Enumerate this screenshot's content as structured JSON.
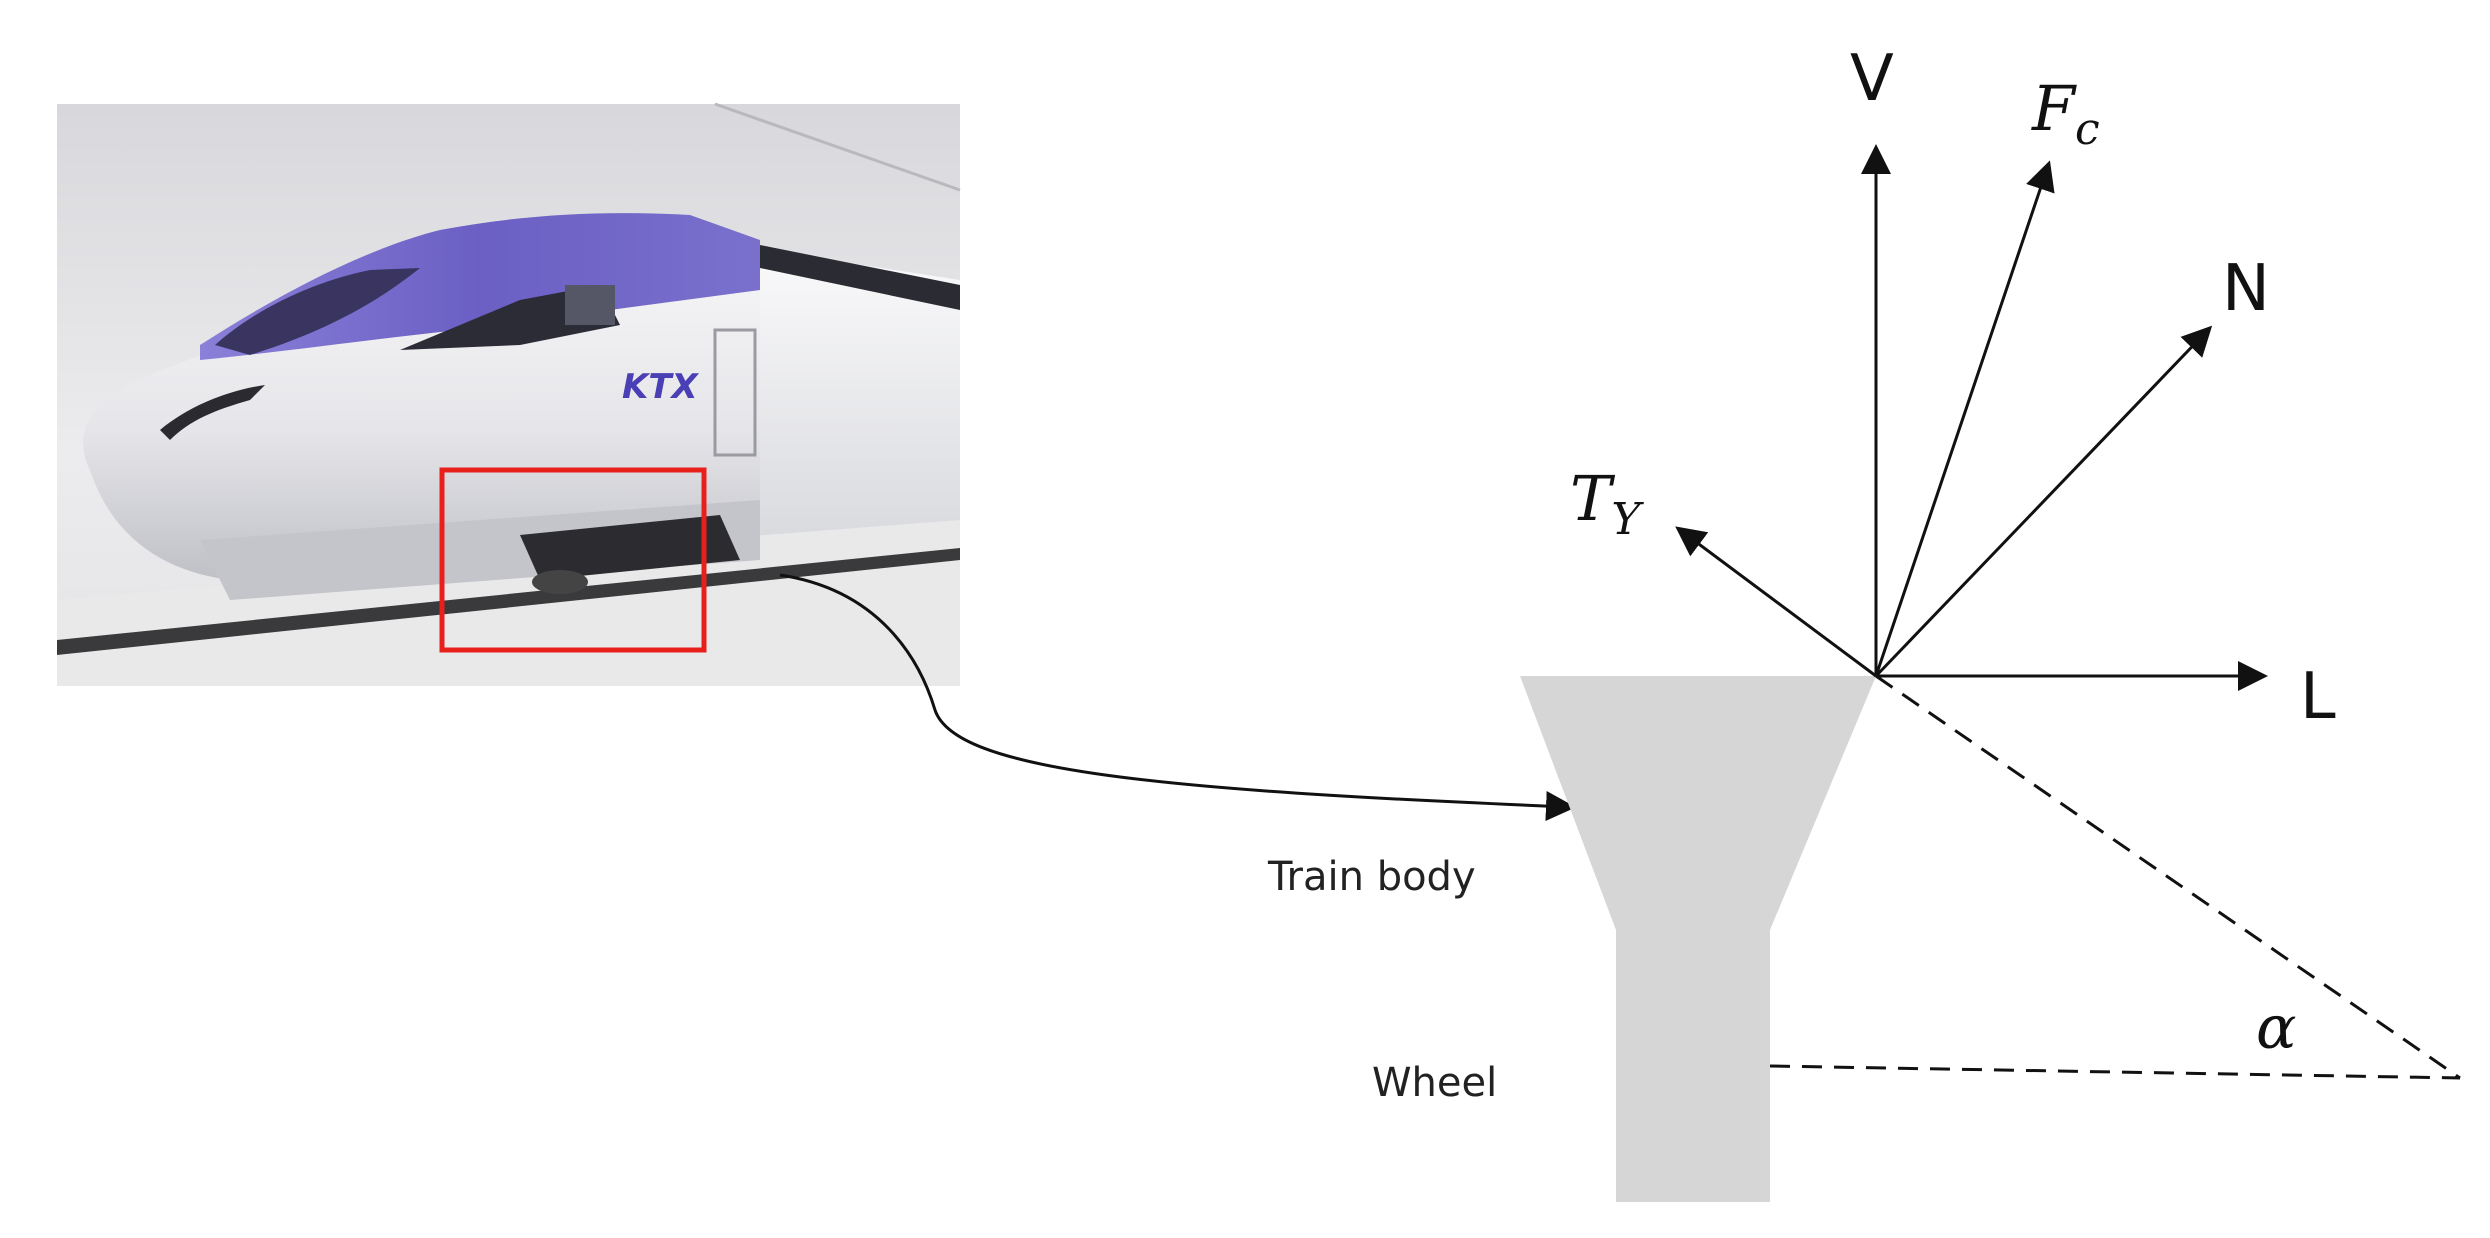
{
  "photo": {
    "logo_text": "KTX"
  },
  "labels": {
    "train_body": "Train body",
    "wheel": "Wheel"
  },
  "forces": {
    "V": "V",
    "Fc_main": "F",
    "Fc_sub": "c",
    "N": "N",
    "Ty_main": "T",
    "Ty_sub": "Y",
    "L": "L"
  },
  "angle": {
    "alpha": "α"
  },
  "colors": {
    "highlight_box": "#e8201c",
    "wheel_fill": "#d6d6d6",
    "train_purple": "#6b5fc4",
    "arrow": "#111111"
  }
}
